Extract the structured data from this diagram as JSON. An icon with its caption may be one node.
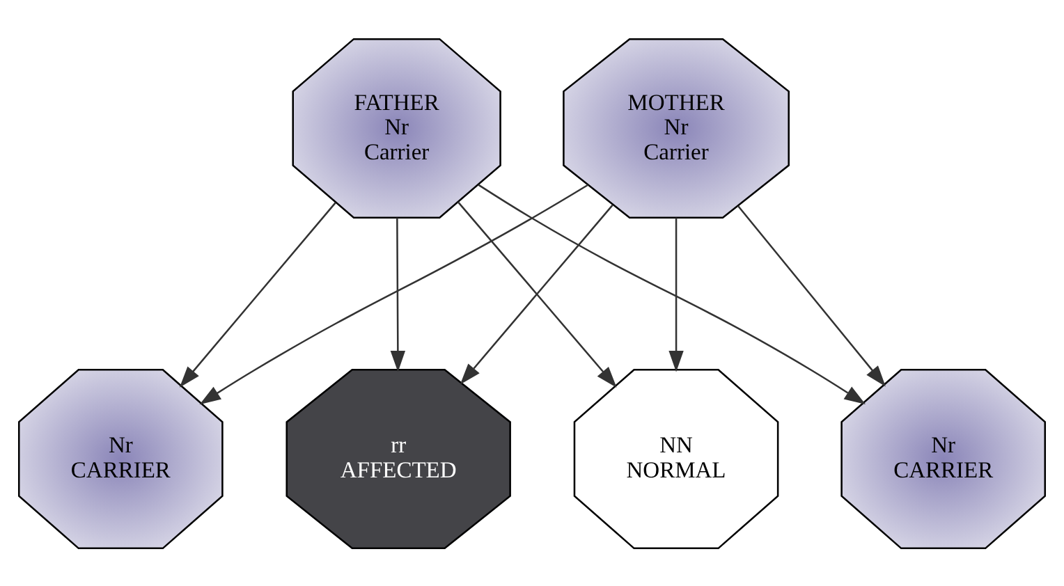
{
  "diagram": {
    "nodes": [
      {
        "text": [
          "FATHER",
          "Nr",
          "Carrier"
        ]
      },
      {
        "text": [
          "MOTHER",
          "Nr",
          "Carrier"
        ]
      },
      {
        "text": [
          "NN",
          "NORMAL"
        ]
      },
      {
        "text": [
          "Nr",
          "CARRIER"
        ]
      },
      {
        "text": [
          "Nr",
          "CARRIER"
        ]
      },
      {
        "text": [
          "rr",
          "AFFECTED"
        ]
      }
    ],
    "edges": [
      {
        "from": 0,
        "to": 2,
        "arrow": "to"
      },
      {
        "from": 0,
        "to": 3,
        "arrow": "to"
      },
      {
        "from": 0,
        "to": 4,
        "arrow": "to"
      },
      {
        "from": 0,
        "to": 5,
        "arrow": "to"
      },
      {
        "from": 1,
        "to": 2,
        "arrow": "to"
      },
      {
        "from": 1,
        "to": 3,
        "arrow": "to"
      },
      {
        "from": 1,
        "to": 4,
        "arrow": "to"
      },
      {
        "from": 1,
        "to": 5,
        "arrow": "to"
      }
    ]
  }
}
